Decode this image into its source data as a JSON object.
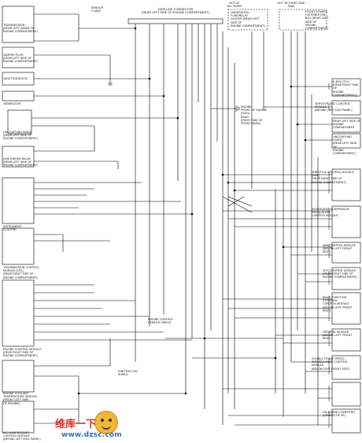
{
  "top": {
    "dlc_title": "DATA LINK CONNECTOR\n(REAR LEFT SIDE OF ENGINE COMPARTMENT)",
    "fuse_left": "HOT AT\nALL TIMES",
    "fuse_right": "HOT IN START AND RUN",
    "fuse_box_left": "UNDERHOOD FUSE/RELAY\nCENTER (REAR LEFT SIDE OF\nENGINE COMPARTMENT)",
    "fuse_box_right": "FRONT POWER\nDISTRIBUTION\nBOX (REAR LEFT SIDE OF\nENGINE COMPARTMENT)",
    "sensor_top": "SENSOR\nG-4622"
  },
  "left_components": [
    "TRANSMISSION\n(REAR LEFT INSIDE OF\nENGINE COMPARTMENT)",
    "JUMPER PLUG\n(REAR LEFT SIDE OF\nENGINE COMPARTMENT)",
    "JUNCTION BLOCK",
    "GENERATOR",
    "UNCOUPLING DIODE\n(REAR LEFT SIDE OF\nENGINE COMPARTMENT)",
    "LINE DRIVER RELAY\n(REAR LEFT SIDE OF\nENGINE COMPARTMENT)",
    "INSTRUMENT\nCLUSTER",
    "TRANSMISSION CONTROL MODULE (LEX)\n(REAR RIGHT SIDE OF\nENGINE COMPARTMENT)",
    "ENGINE CONTROL MODULE\n(REAR RIGHT SIDE OF\nENGINE COMPARTMENT)",
    "ENGINE COOLANT\nTEMPERATURE SENSOR\n(FRONT LEFT SIDE\nOF ENGINE)",
    "A/C COMPRESSOR\nCONTROL MODULE\n(BEHIND LEFT KICK PANEL)"
  ],
  "right_components": [
    "E-BOX (TCU\n(REAR RIGHT SIDE OF\nENGINE COMPARTMENT))",
    "SERVOTRONIC CONTROL MODULE\n(BEHIND LEFT KICK PANEL)",
    "REAR LEFT SIDE OF\nENGINE COMPARTMENT",
    "UNCOUPLING DIODE\n(REAR LEFT SIDE OF\nENGINE COMPARTMENT)",
    "THROTTLE CONTROL MODULE (EML)\n(REAR RIGHT SIDE OF\nENGINE COMPARTMENT)",
    "INTEGRATED SUSPENSION REGULATION\nCONTROL MODULE",
    "ABS CONTROL MODULE\n(BELOW LEFT FRONT SEAT)",
    "SLIP CONTROL MODULE\n(REAR RIGHT SIDE OF\nENGINE COMPARTMENT)",
    "MULTI-FUNCTION STEERING\nCONTROL MODULE\n(BELOW LEFT FRONT SEAT)",
    "GENERAL MODULE\n(BELOW LEFT FRONT SEAT)",
    "DOUBLE FRAME SPEED\nSURVEILLANCE CONTROL MODULE\n(BELOW LEFT FRONT SEAT)",
    "ON-BOARD COMPUTER\n(CENTER OF I/P)"
  ],
  "middle_labels": {
    "ground_note": "ENGINE\nFRONT OF ENGINE\n(G201)\nREAR\n(RIGHT SIDE OF\nFRONT BEAM)",
    "shield": "ENGINE CONTROL\nMODULE SHIELD",
    "coil": "IGNITION COIL\nSHIELD"
  },
  "watermark": {
    "logo": "维库一下",
    "site": "www.dzsc.com"
  }
}
